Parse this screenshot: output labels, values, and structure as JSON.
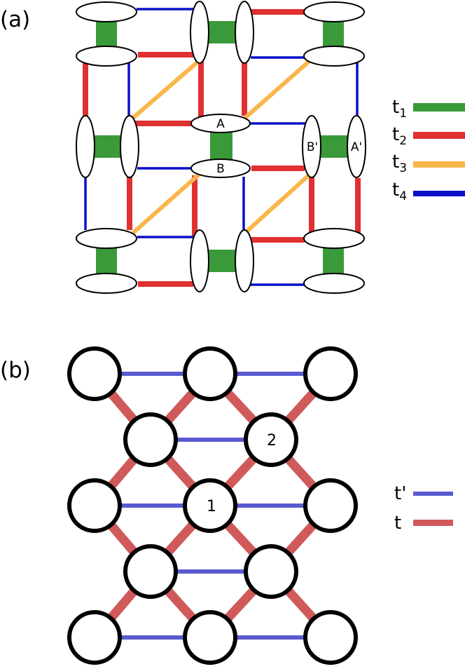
{
  "panel_a": {
    "label": "(a)",
    "node_labels": {
      "A": "A",
      "B": "B",
      "B_prime": "B'",
      "A_prime": "A'"
    },
    "legend": [
      {
        "base": "t",
        "sub": "1",
        "color": "#3a9a3a"
      },
      {
        "base": "t",
        "sub": "2",
        "color": "#e03030"
      },
      {
        "base": "t",
        "sub": "3",
        "color": "#f9b64a"
      },
      {
        "base": "t",
        "sub": "4",
        "color": "#0a10c8"
      }
    ]
  },
  "panel_b": {
    "label": "(b)",
    "node_labels": {
      "n1": "1",
      "n2": "2"
    },
    "legend": [
      {
        "label": "t'",
        "color": "#5a5ad0"
      },
      {
        "label": "t",
        "color": "#d05a5a"
      }
    ]
  }
}
